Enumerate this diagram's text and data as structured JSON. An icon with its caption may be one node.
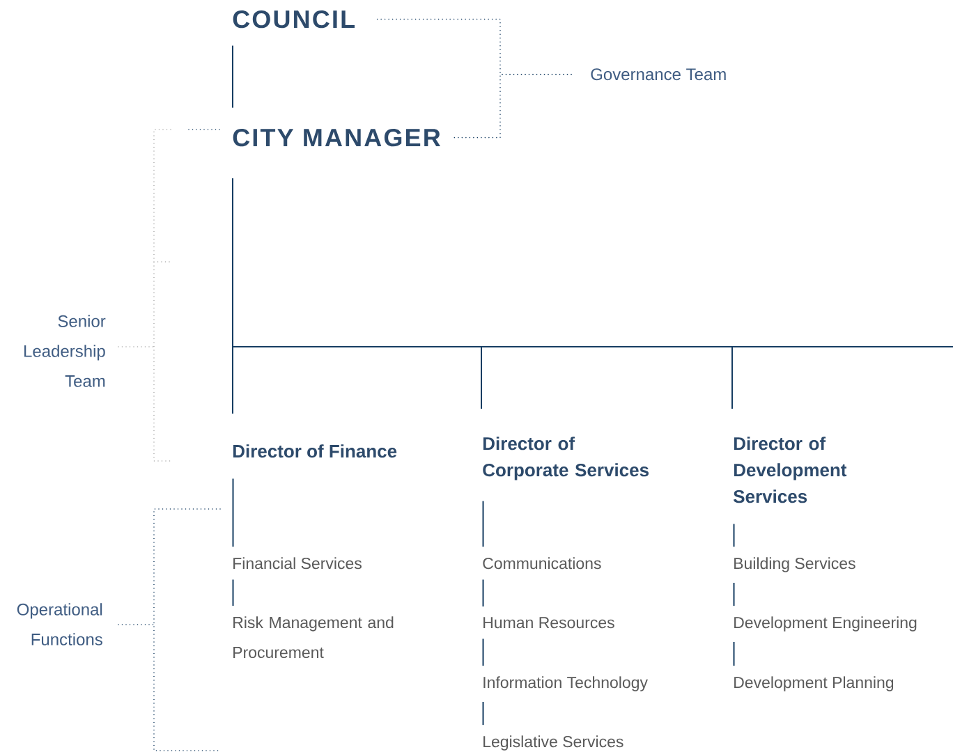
{
  "diagram": {
    "nodes": [
      {
        "text": [
          "COUNCIL"
        ]
      },
      {
        "text": [
          "CITY MANAGER"
        ]
      },
      {
        "text": [
          "Director of Finance"
        ]
      },
      {
        "text": [
          "Director of Corporate Services"
        ]
      },
      {
        "text": [
          "Director of Development Services"
        ]
      },
      {
        "text": [
          "Financial Services"
        ]
      },
      {
        "text": [
          "Risk Management and Procurement"
        ]
      },
      {
        "text": [
          "Communications"
        ]
      },
      {
        "text": [
          "Human Resources"
        ]
      },
      {
        "text": [
          "Information Technology"
        ]
      },
      {
        "text": [
          "Legislative Services"
        ]
      },
      {
        "text": [
          "Building Services"
        ]
      },
      {
        "text": [
          "Development Engineering"
        ]
      },
      {
        "text": [
          "Development Planning"
        ]
      },
      {
        "text": [
          "Governance Team"
        ]
      },
      {
        "text": [
          "Senior Leadership Team"
        ]
      },
      {
        "text": [
          "Operational Functions"
        ]
      }
    ],
    "edges": [
      {
        "from": 0,
        "to": 1,
        "arrow": "none"
      },
      {
        "from": 1,
        "to": 2,
        "arrow": "none"
      },
      {
        "from": 1,
        "to": 3,
        "arrow": "none"
      },
      {
        "from": 1,
        "to": 4,
        "arrow": "none"
      },
      {
        "from": 1,
        "to": null,
        "arrow": "none"
      },
      {
        "from": 2,
        "to": 5,
        "arrow": "none"
      },
      {
        "from": 5,
        "to": 6,
        "arrow": "none"
      },
      {
        "from": 3,
        "to": 7,
        "arrow": "none"
      },
      {
        "from": 7,
        "to": 8,
        "arrow": "none"
      },
      {
        "from": 8,
        "to": 9,
        "arrow": "none"
      },
      {
        "from": 9,
        "to": 10,
        "arrow": "none"
      },
      {
        "from": 4,
        "to": 11,
        "arrow": "none"
      },
      {
        "from": 11,
        "to": 12,
        "arrow": "none"
      },
      {
        "from": 12,
        "to": 13,
        "arrow": "none"
      },
      {
        "from": 14,
        "to": 0,
        "arrow": "none",
        "style": "dashed"
      },
      {
        "from": 14,
        "to": 1,
        "arrow": "none",
        "style": "dashed"
      }
    ]
  }
}
